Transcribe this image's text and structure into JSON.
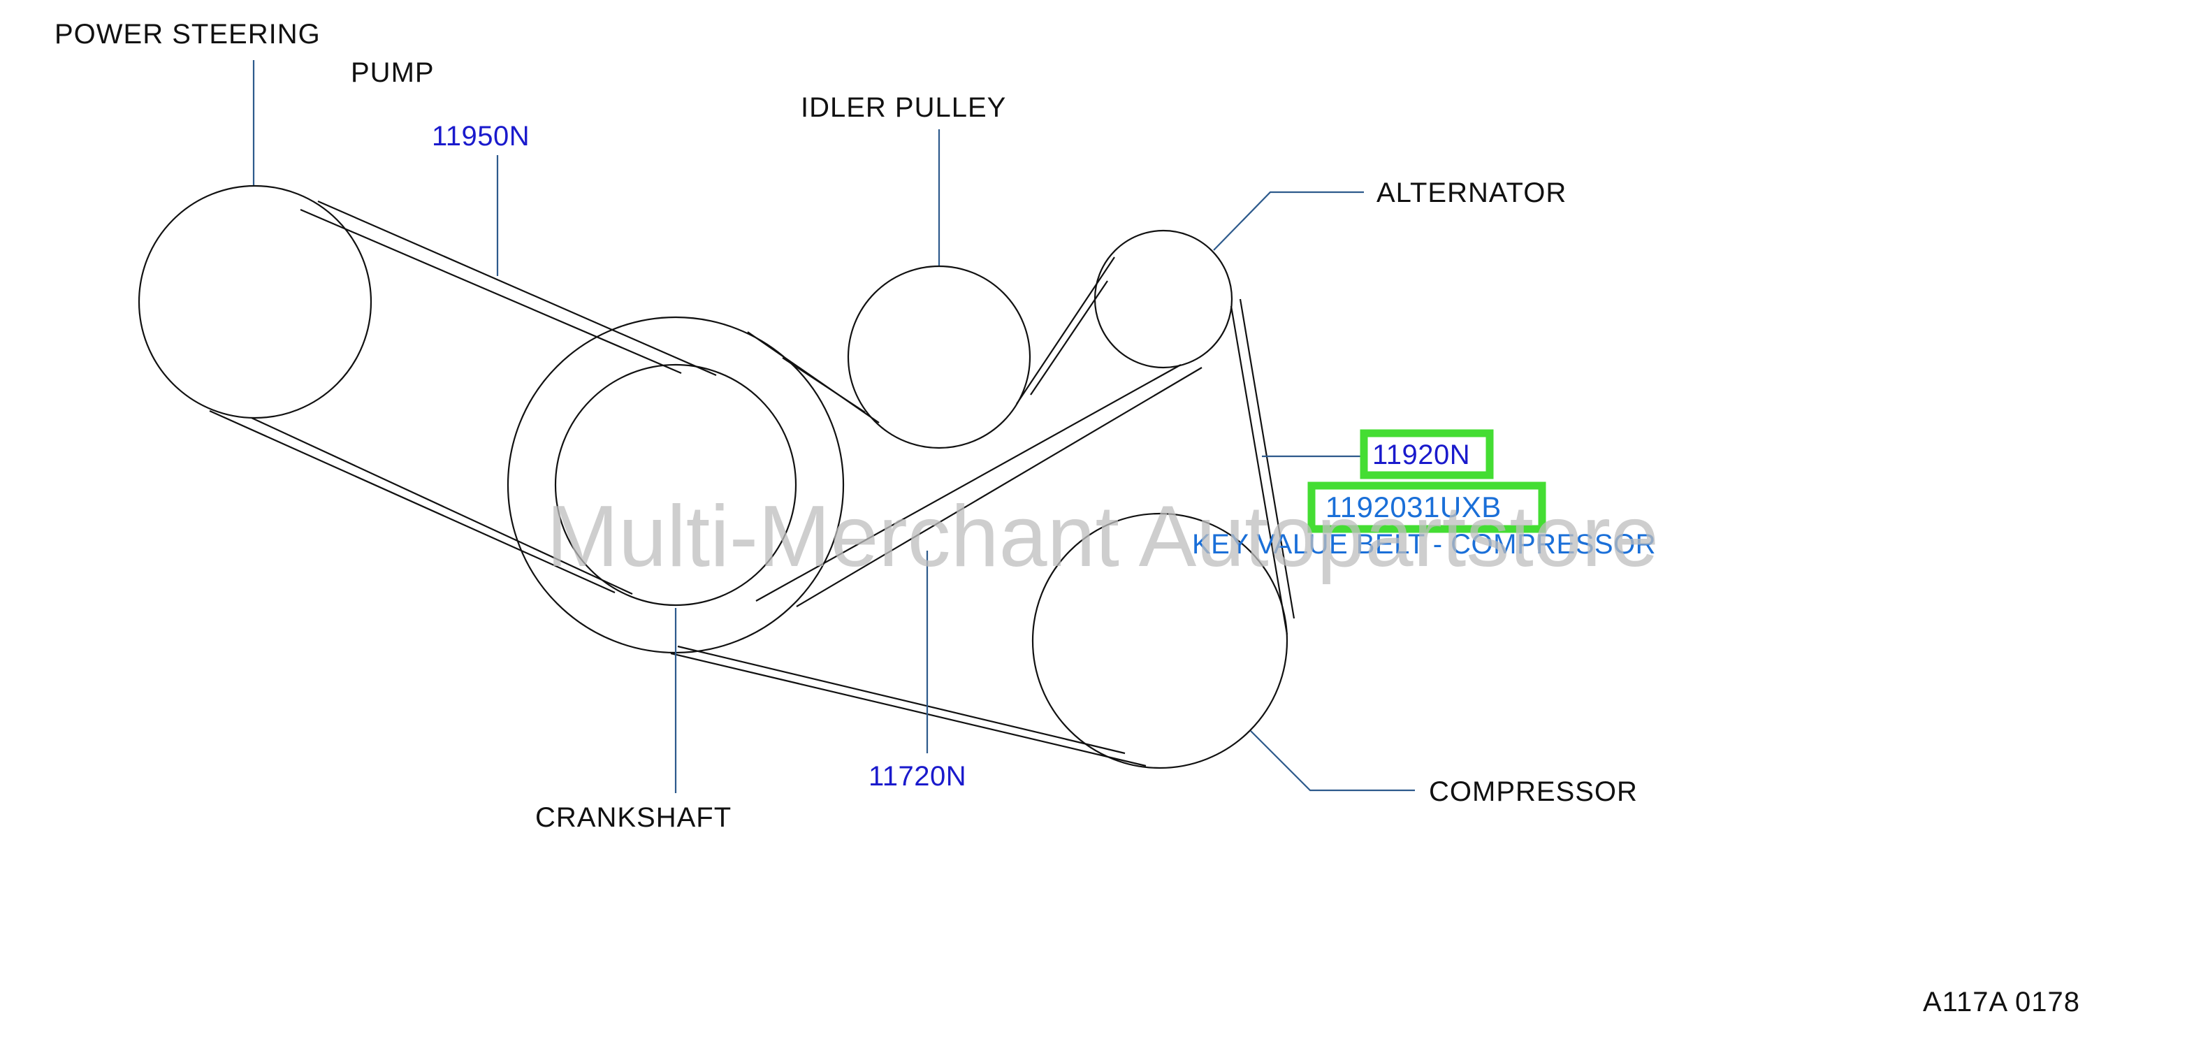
{
  "labels": {
    "ps_line1": "POWER  STEERING",
    "ps_line2": "PUMP",
    "idler": "IDLER  PULLEY",
    "alternator": "ALTERNATOR",
    "crankshaft": "CRANKSHAFT",
    "compressor": "COMPRESSOR",
    "ref_code": "A117A  0178"
  },
  "parts": {
    "belt_ps": "11950N",
    "belt_main": "11720N",
    "belt_comp": "11920N",
    "belt_comp_alt": "1192031UXB",
    "belt_comp_desc": "KEY VALUE BELT - COMPRESSOR"
  },
  "watermark": "Multi-Merchant Autopartstore",
  "colors": {
    "line": "#111111",
    "part_number": "#1a1acc",
    "leader": "#2d5a8c",
    "highlight": "#44dd33",
    "link_text": "#1a6fd8",
    "watermark": "#bdbdbd"
  }
}
